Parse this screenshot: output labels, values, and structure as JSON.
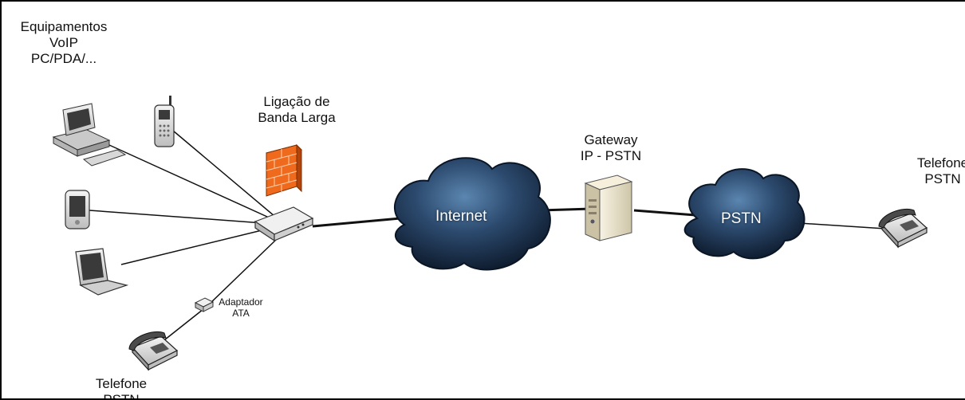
{
  "labels": {
    "voip_devices": "Equipamentos\nVoIP\nPC/PDA/...",
    "broadband": "Ligação de\nBanda Larga",
    "gateway": "Gateway\nIP - PSTN",
    "phone_right": "Telefone\nPSTN",
    "adapter": "Adaptador\nATA",
    "phone_bottom": "Telefone\nPSTN",
    "internet": "Internet",
    "pstn": "PSTN"
  },
  "icons": {
    "desktop": "desktop-computer-icon",
    "cell": "cell-phone-icon",
    "pda": "pda-icon",
    "laptop": "laptop-icon",
    "phone": "desk-phone-icon",
    "firewall": "firewall-icon",
    "router": "broadband-router-icon",
    "ata": "ata-adapter-icon",
    "server": "gateway-server-icon",
    "cloud": "network-cloud-icon"
  },
  "colors": {
    "line": "#111111",
    "cloud_dark": "#13263d",
    "cloud_light": "#5b86b0",
    "firewall": "#ef6a1c",
    "device": "#dcdcdc",
    "server": "#ede6cf"
  }
}
